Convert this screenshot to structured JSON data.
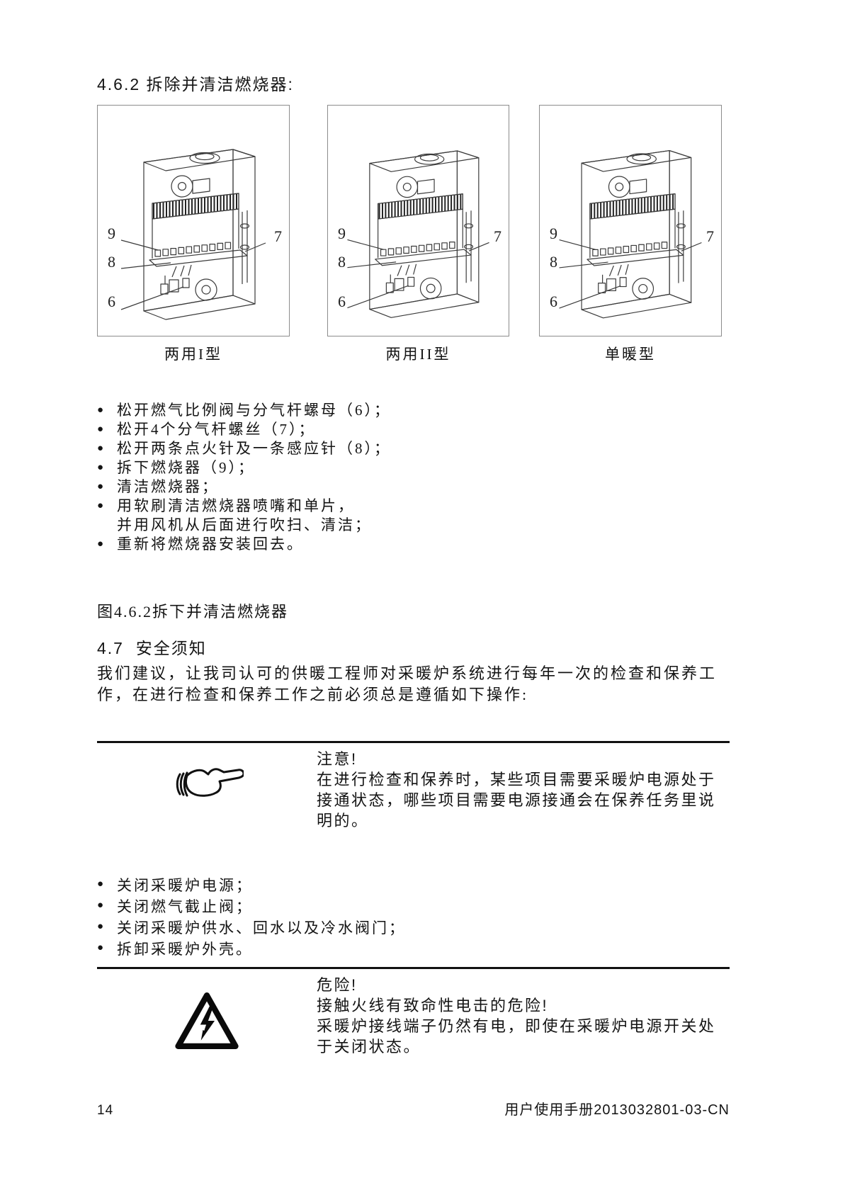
{
  "doc": {
    "sec462_title": "4.6.2 拆除并清洁燃烧器:",
    "figure_label": "图4.6.2拆下并清洁燃烧器",
    "sec47_title": "4.7  安全须知",
    "sec47_intro": "我们建议，让我司认可的供暖工程师对采暖炉系统进行每年一次的检查和保养工作，在进行检查和保养工作之前必须总是遵循如下操作:",
    "footer_page": "14",
    "footer_doc": "用户使用手册2013032801-03-CN"
  },
  "ui": {
    "bullet": "●"
  },
  "figures": [
    {
      "caption": "两用I型",
      "callouts": [
        "9",
        "8",
        "7",
        "6"
      ]
    },
    {
      "caption": "两用II型",
      "callouts": [
        "9",
        "8",
        "7",
        "6"
      ]
    },
    {
      "caption": "单暖型",
      "callouts": [
        "9",
        "8",
        "7",
        "6"
      ]
    }
  ],
  "steps": [
    {
      "text": "松开燃气比例阀与分气杆螺母（6）；"
    },
    {
      "text": "松开4个分气杆螺丝（7）；"
    },
    {
      "text": "松开两条点火针及一条感应针（8）；"
    },
    {
      "text": "拆下燃烧器（9）；"
    },
    {
      "text": "清洁燃烧器；"
    },
    {
      "text": "用软刷清洁燃烧器喷嘴和单片，",
      "text2": "并用风机从后面进行吹扫、清洁；"
    },
    {
      "text": "重新将燃烧器安装回去。"
    }
  ],
  "note": {
    "title": "注意!",
    "body": "在进行检查和保养时，某些项目需要采暖炉电源处于接通状态，哪些项目需要电源接通会在保养任务里说明的。"
  },
  "checklist": [
    "关闭采暖炉电源；",
    "关闭燃气截止阀；",
    "关闭采暖炉供水、回水以及冷水阀门；",
    "拆卸采暖炉外壳。"
  ],
  "danger": {
    "title": "危险!",
    "line1": "接触火线有致命性电击的危险!",
    "line2": "采暖炉接线端子仍然有电，即使在采暖炉电源开关处于关闭状态。"
  }
}
